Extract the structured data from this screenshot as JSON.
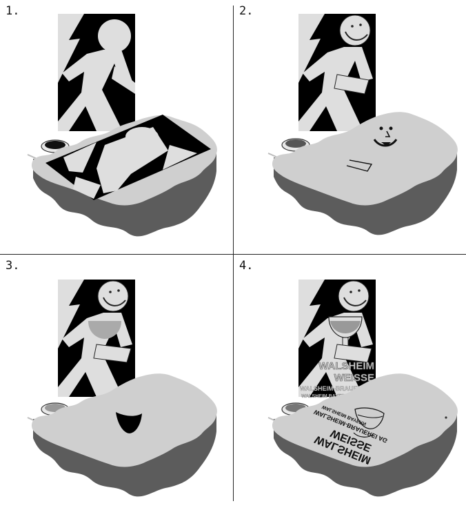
{
  "steps": [
    {
      "label": "1."
    },
    {
      "label": "2."
    },
    {
      "label": "3."
    },
    {
      "label": "4."
    }
  ],
  "poster_text": {
    "line1": "WALSHEIM",
    "line2": "WEISSE",
    "line3": "WALSHEIM-BRAUEREI AG",
    "line4": "WALSHEIM BAYERN"
  },
  "colors": {
    "poster_black": "#000000",
    "figure_gray": "#dedede",
    "sponge_top": "#cfcfcf",
    "sponge_side": "#5c5c5c",
    "outline": "#222222"
  }
}
